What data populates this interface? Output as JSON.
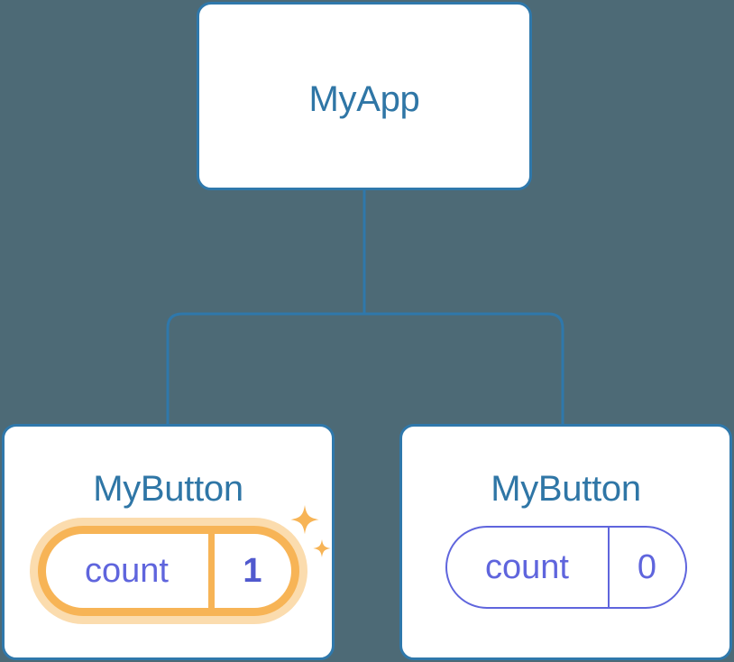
{
  "diagram": {
    "type": "component-tree",
    "background_color": "#4d6a76",
    "accent_border_color": "#2f78ab",
    "title_text_color": "#2f76a6",
    "state_color": "#5f65dd",
    "highlight_color": "#f7b456",
    "highlight_glow_color": "#fbdcae"
  },
  "root": {
    "label": "MyApp"
  },
  "children": [
    {
      "label": "MyButton",
      "state_key": "count",
      "state_value": "1",
      "highlighted": true,
      "sparkle_large": "sparkle-icon",
      "sparkle_small": "sparkle-icon"
    },
    {
      "label": "MyButton",
      "state_key": "count",
      "state_value": "0",
      "highlighted": false
    }
  ]
}
